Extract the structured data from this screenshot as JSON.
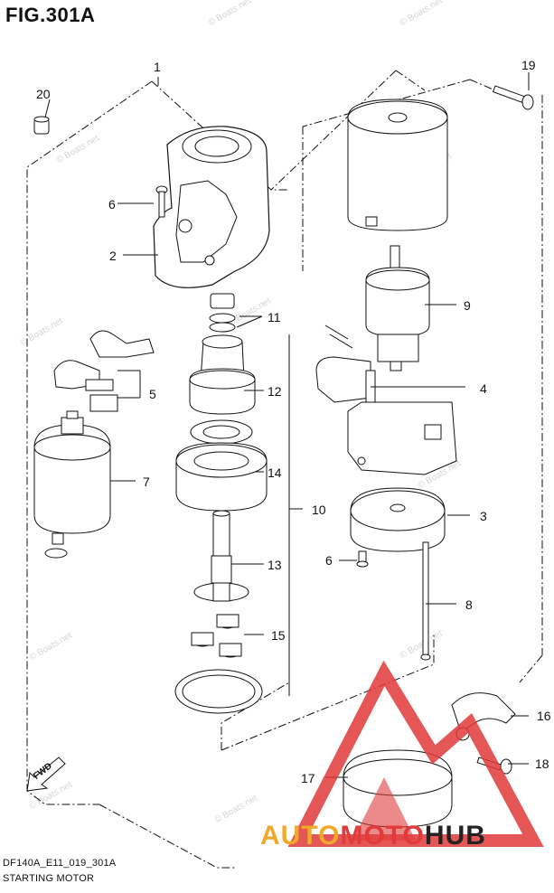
{
  "header": {
    "figure_title": "FIG.301A"
  },
  "footer": {
    "model_code": "DF140A_E11_019_301A",
    "section_title": "STARTING MOTOR"
  },
  "fwd_label": "FWD",
  "watermark_text": "© Boats.net",
  "brand": {
    "part1": "AUTO",
    "part2": "MOTO",
    "part3": "HUB",
    "colors": {
      "auto": "#f0a92a",
      "moto": "#e03a3a",
      "hub": "#222222"
    }
  },
  "callouts": [
    {
      "id": "1",
      "label": "1"
    },
    {
      "id": "2",
      "label": "2"
    },
    {
      "id": "3",
      "label": "3"
    },
    {
      "id": "4",
      "label": "4"
    },
    {
      "id": "5",
      "label": "5"
    },
    {
      "id": "6a",
      "label": "6"
    },
    {
      "id": "6b",
      "label": "6"
    },
    {
      "id": "7",
      "label": "7"
    },
    {
      "id": "8",
      "label": "8"
    },
    {
      "id": "9",
      "label": "9"
    },
    {
      "id": "10",
      "label": "10"
    },
    {
      "id": "11",
      "label": "11"
    },
    {
      "id": "12",
      "label": "12"
    },
    {
      "id": "13",
      "label": "13"
    },
    {
      "id": "14",
      "label": "14"
    },
    {
      "id": "15",
      "label": "15"
    },
    {
      "id": "16",
      "label": "16"
    },
    {
      "id": "17",
      "label": "17"
    },
    {
      "id": "18",
      "label": "18"
    },
    {
      "id": "19",
      "label": "19"
    },
    {
      "id": "20",
      "label": "20"
    }
  ]
}
